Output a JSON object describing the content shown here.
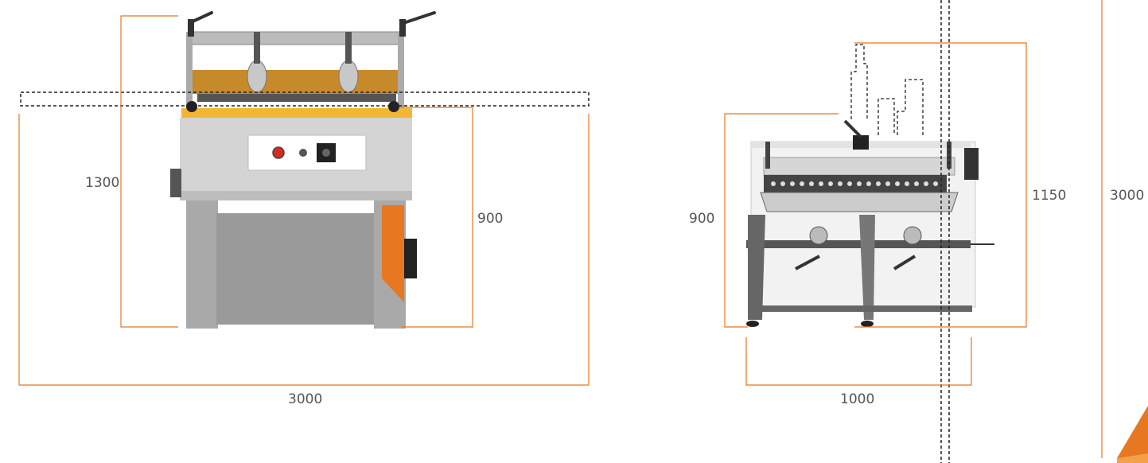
{
  "colors": {
    "accent": "#e87722",
    "machine_grey": "#a9a9a9",
    "machine_light": "#d9d9d9",
    "machine_dark": "#333333",
    "rail_yellow": "#f2b632",
    "dimension_text": "#555555"
  },
  "front_view": {
    "height_total": "1300",
    "height_table": "900",
    "width_overall": "3000"
  },
  "side_view": {
    "height_table": "900",
    "height_total": "1150",
    "width": "1000"
  },
  "right_view": {
    "height": "3000"
  },
  "icons": [
    "emergency-stop-icon",
    "pilot-light-icon",
    "main-switch-icon"
  ]
}
